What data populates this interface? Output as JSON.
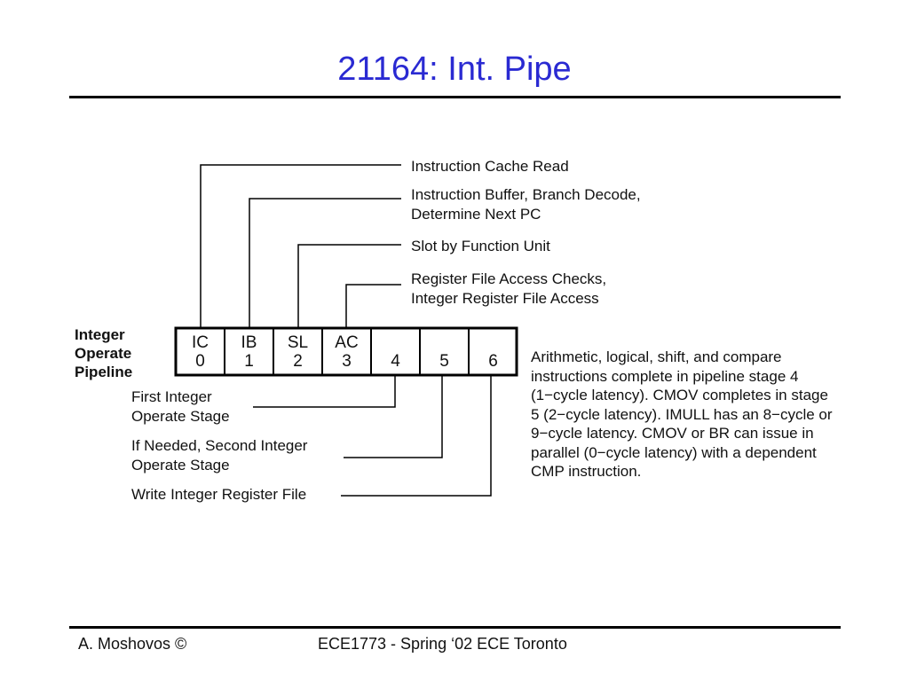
{
  "slide": {
    "title": "21164: Int. Pipe",
    "footer_left": "A. Moshovos ©",
    "footer_center": "ECE1773 - Spring ‘02 ECE Toronto"
  },
  "diagram": {
    "side_label": "Integer\nOperate\nPipeline",
    "stages": [
      {
        "abbr": "IC",
        "num": "0"
      },
      {
        "abbr": "IB",
        "num": "1"
      },
      {
        "abbr": "SL",
        "num": "2"
      },
      {
        "abbr": "AC",
        "num": "3"
      },
      {
        "abbr": "",
        "num": "4"
      },
      {
        "abbr": "",
        "num": "5"
      },
      {
        "abbr": "",
        "num": "6"
      }
    ],
    "top_annotations": [
      "Instruction Cache Read",
      "Instruction Buffer, Branch Decode,\nDetermine Next PC",
      "Slot by Function Unit",
      "Register File Access Checks,\nInteger Register File Access"
    ],
    "bottom_annotations": [
      "First Integer\nOperate Stage",
      "If Needed, Second Integer\nOperate Stage",
      "Write Integer Register File"
    ],
    "note": "Arithmetic, logical, shift, and compare instructions complete in pipeline stage 4 (1−cycle latency). CMOV completes in stage 5 (2−cycle latency). IMULL has an 8−cycle or 9−cycle latency. CMOV or BR can issue in parallel (0−cycle latency) with a dependent CMP instruction."
  }
}
